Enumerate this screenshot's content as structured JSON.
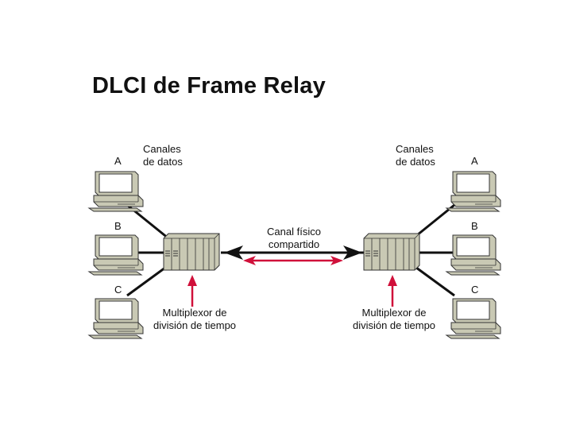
{
  "title": "DLCI de Frame Relay",
  "left": {
    "channels_label_1": "Canales",
    "channels_label_2": "de datos",
    "terminals": [
      "A",
      "B",
      "C"
    ],
    "mux_label_1": "Multiplexor de",
    "mux_label_2": "división de tiempo"
  },
  "right": {
    "channels_label_1": "Canales",
    "channels_label_2": "de datos",
    "terminals": [
      "A",
      "B",
      "C"
    ],
    "mux_label_1": "Multiplexor de",
    "mux_label_2": "división de tiempo"
  },
  "link": {
    "label_1": "Canal físico",
    "label_2": "compartido"
  },
  "colors": {
    "arrow_red": "#d0103a",
    "device_fill": "#c9c9b4",
    "screen": "#ffffff"
  },
  "icons": [
    "computer-icon",
    "multiplexer-icon",
    "double-arrow-icon"
  ]
}
